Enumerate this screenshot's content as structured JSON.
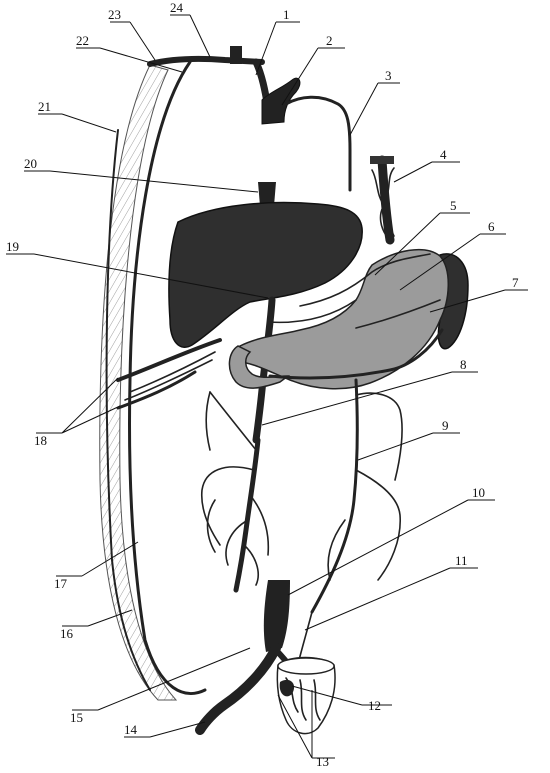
{
  "labels": [
    {
      "id": "1",
      "text": "1"
    },
    {
      "id": "2",
      "text": "2"
    },
    {
      "id": "3",
      "text": "3"
    },
    {
      "id": "4",
      "text": "4"
    },
    {
      "id": "5",
      "text": "5"
    },
    {
      "id": "6",
      "text": "6"
    },
    {
      "id": "7",
      "text": "7"
    },
    {
      "id": "8",
      "text": "8"
    },
    {
      "id": "9",
      "text": "9"
    },
    {
      "id": "10",
      "text": "10"
    },
    {
      "id": "11",
      "text": "11"
    },
    {
      "id": "12",
      "text": "12"
    },
    {
      "id": "13",
      "text": "13"
    },
    {
      "id": "14",
      "text": "14"
    },
    {
      "id": "15",
      "text": "15"
    },
    {
      "id": "16",
      "text": "16"
    },
    {
      "id": "17",
      "text": "17"
    },
    {
      "id": "18",
      "text": "18"
    },
    {
      "id": "19",
      "text": "19"
    },
    {
      "id": "20",
      "text": "20"
    },
    {
      "id": "21",
      "text": "21"
    },
    {
      "id": "22",
      "text": "22"
    },
    {
      "id": "23",
      "text": "23"
    },
    {
      "id": "24",
      "text": "24"
    }
  ],
  "colors": {
    "ink": "#222222",
    "organ_dark": "#2f2f2f",
    "stomach": "#9b9b9b"
  }
}
